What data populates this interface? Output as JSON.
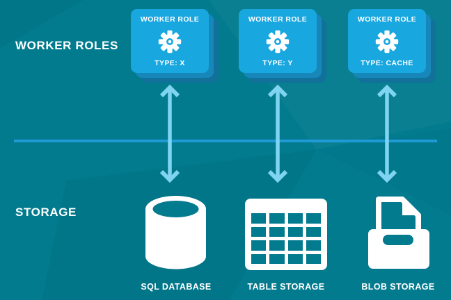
{
  "sections": {
    "worker_roles_label": "WORKER ROLES",
    "storage_label": "STORAGE"
  },
  "worker_roles": [
    {
      "header": "WORKER ROLE",
      "type": "TYPE: X",
      "icon": "gear-icon"
    },
    {
      "header": "WORKER ROLE",
      "type": "TYPE: Y",
      "icon": "gear-icon"
    },
    {
      "header": "WORKER ROLE",
      "type": "TYPE: CACHE",
      "icon": "gear-icon"
    }
  ],
  "storage": [
    {
      "label": "SQL DATABASE",
      "icon": "database-cylinder-icon"
    },
    {
      "label": "TABLE STORAGE",
      "icon": "table-grid-icon"
    },
    {
      "label": "BLOB STORAGE",
      "icon": "document-inbox-icon"
    }
  ],
  "connections": {
    "arrow_style": "double-headed-vertical",
    "count": 3
  },
  "colors": {
    "background": "#037B8F",
    "card": "#19A7E0",
    "card_stack_front": "#1787BA",
    "card_stack_back": "#11719B",
    "arrow": "#7FD4F2",
    "divider": "#1F9AD5",
    "text": "#FFFFFF"
  }
}
